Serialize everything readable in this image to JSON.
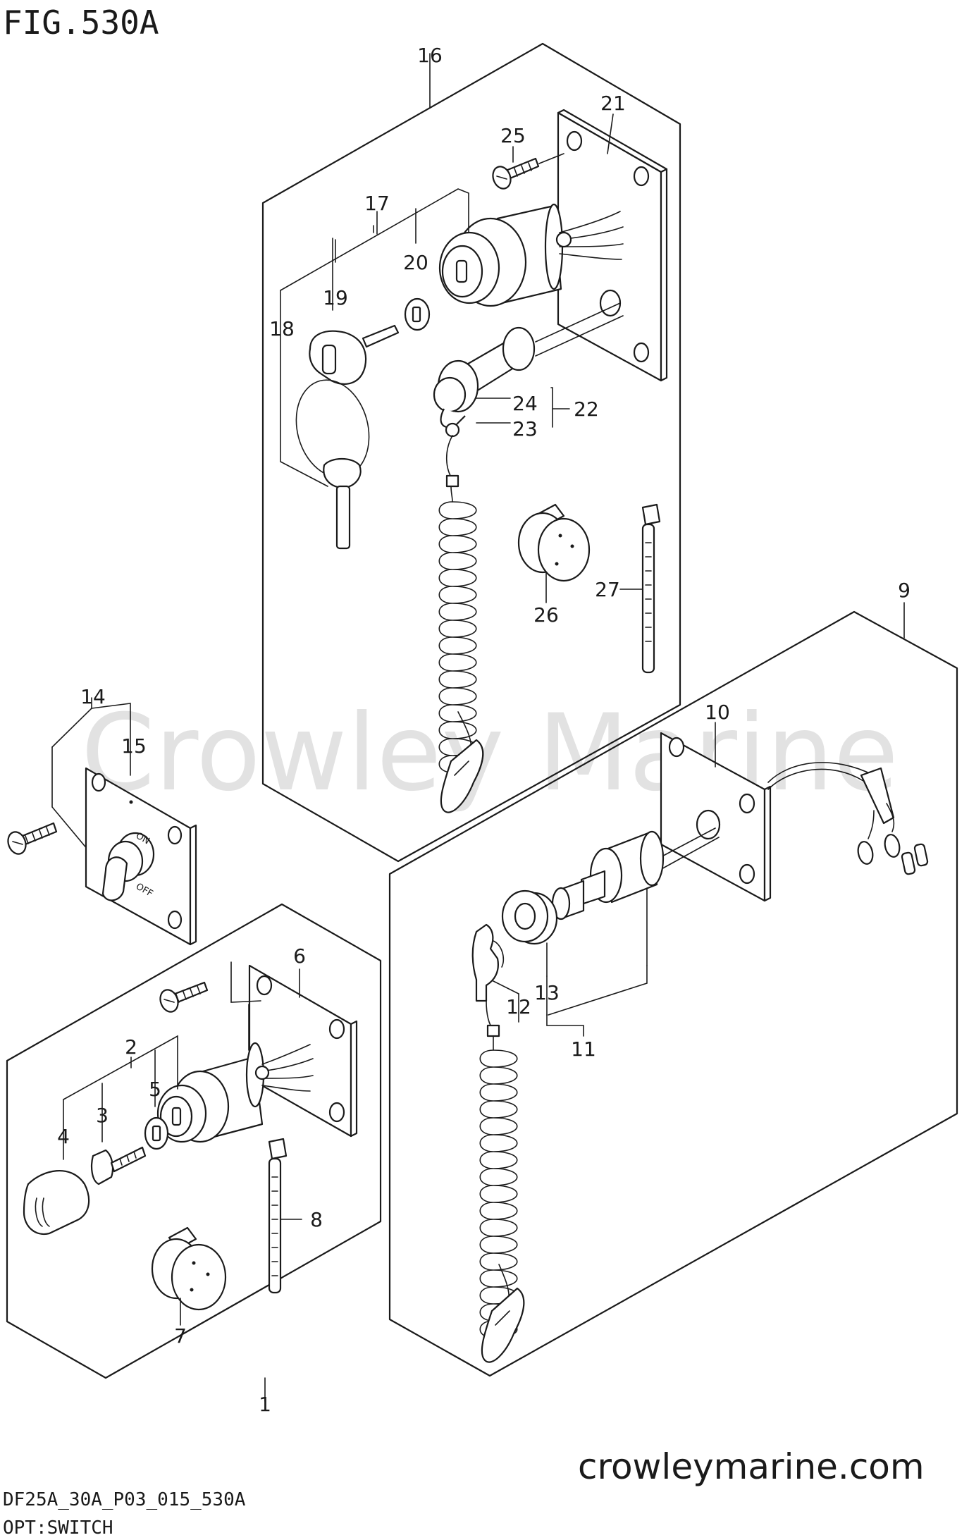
{
  "figure_title": "FIG.530A",
  "watermark": "Crowley Marine",
  "site": "crowleymarine.com",
  "drawing_code": "DF25A_30A_P03_015_530A",
  "caption": "OPT:SWITCH",
  "switch_labels": {
    "on": "ON",
    "off": "OFF"
  },
  "callouts": [
    "1",
    "2",
    "3",
    "4",
    "5",
    "6",
    "7",
    "8",
    "9",
    "10",
    "11",
    "12",
    "13",
    "14",
    "15",
    "16",
    "17",
    "18",
    "19",
    "20",
    "21",
    "22",
    "23",
    "24",
    "25",
    "26",
    "27"
  ]
}
